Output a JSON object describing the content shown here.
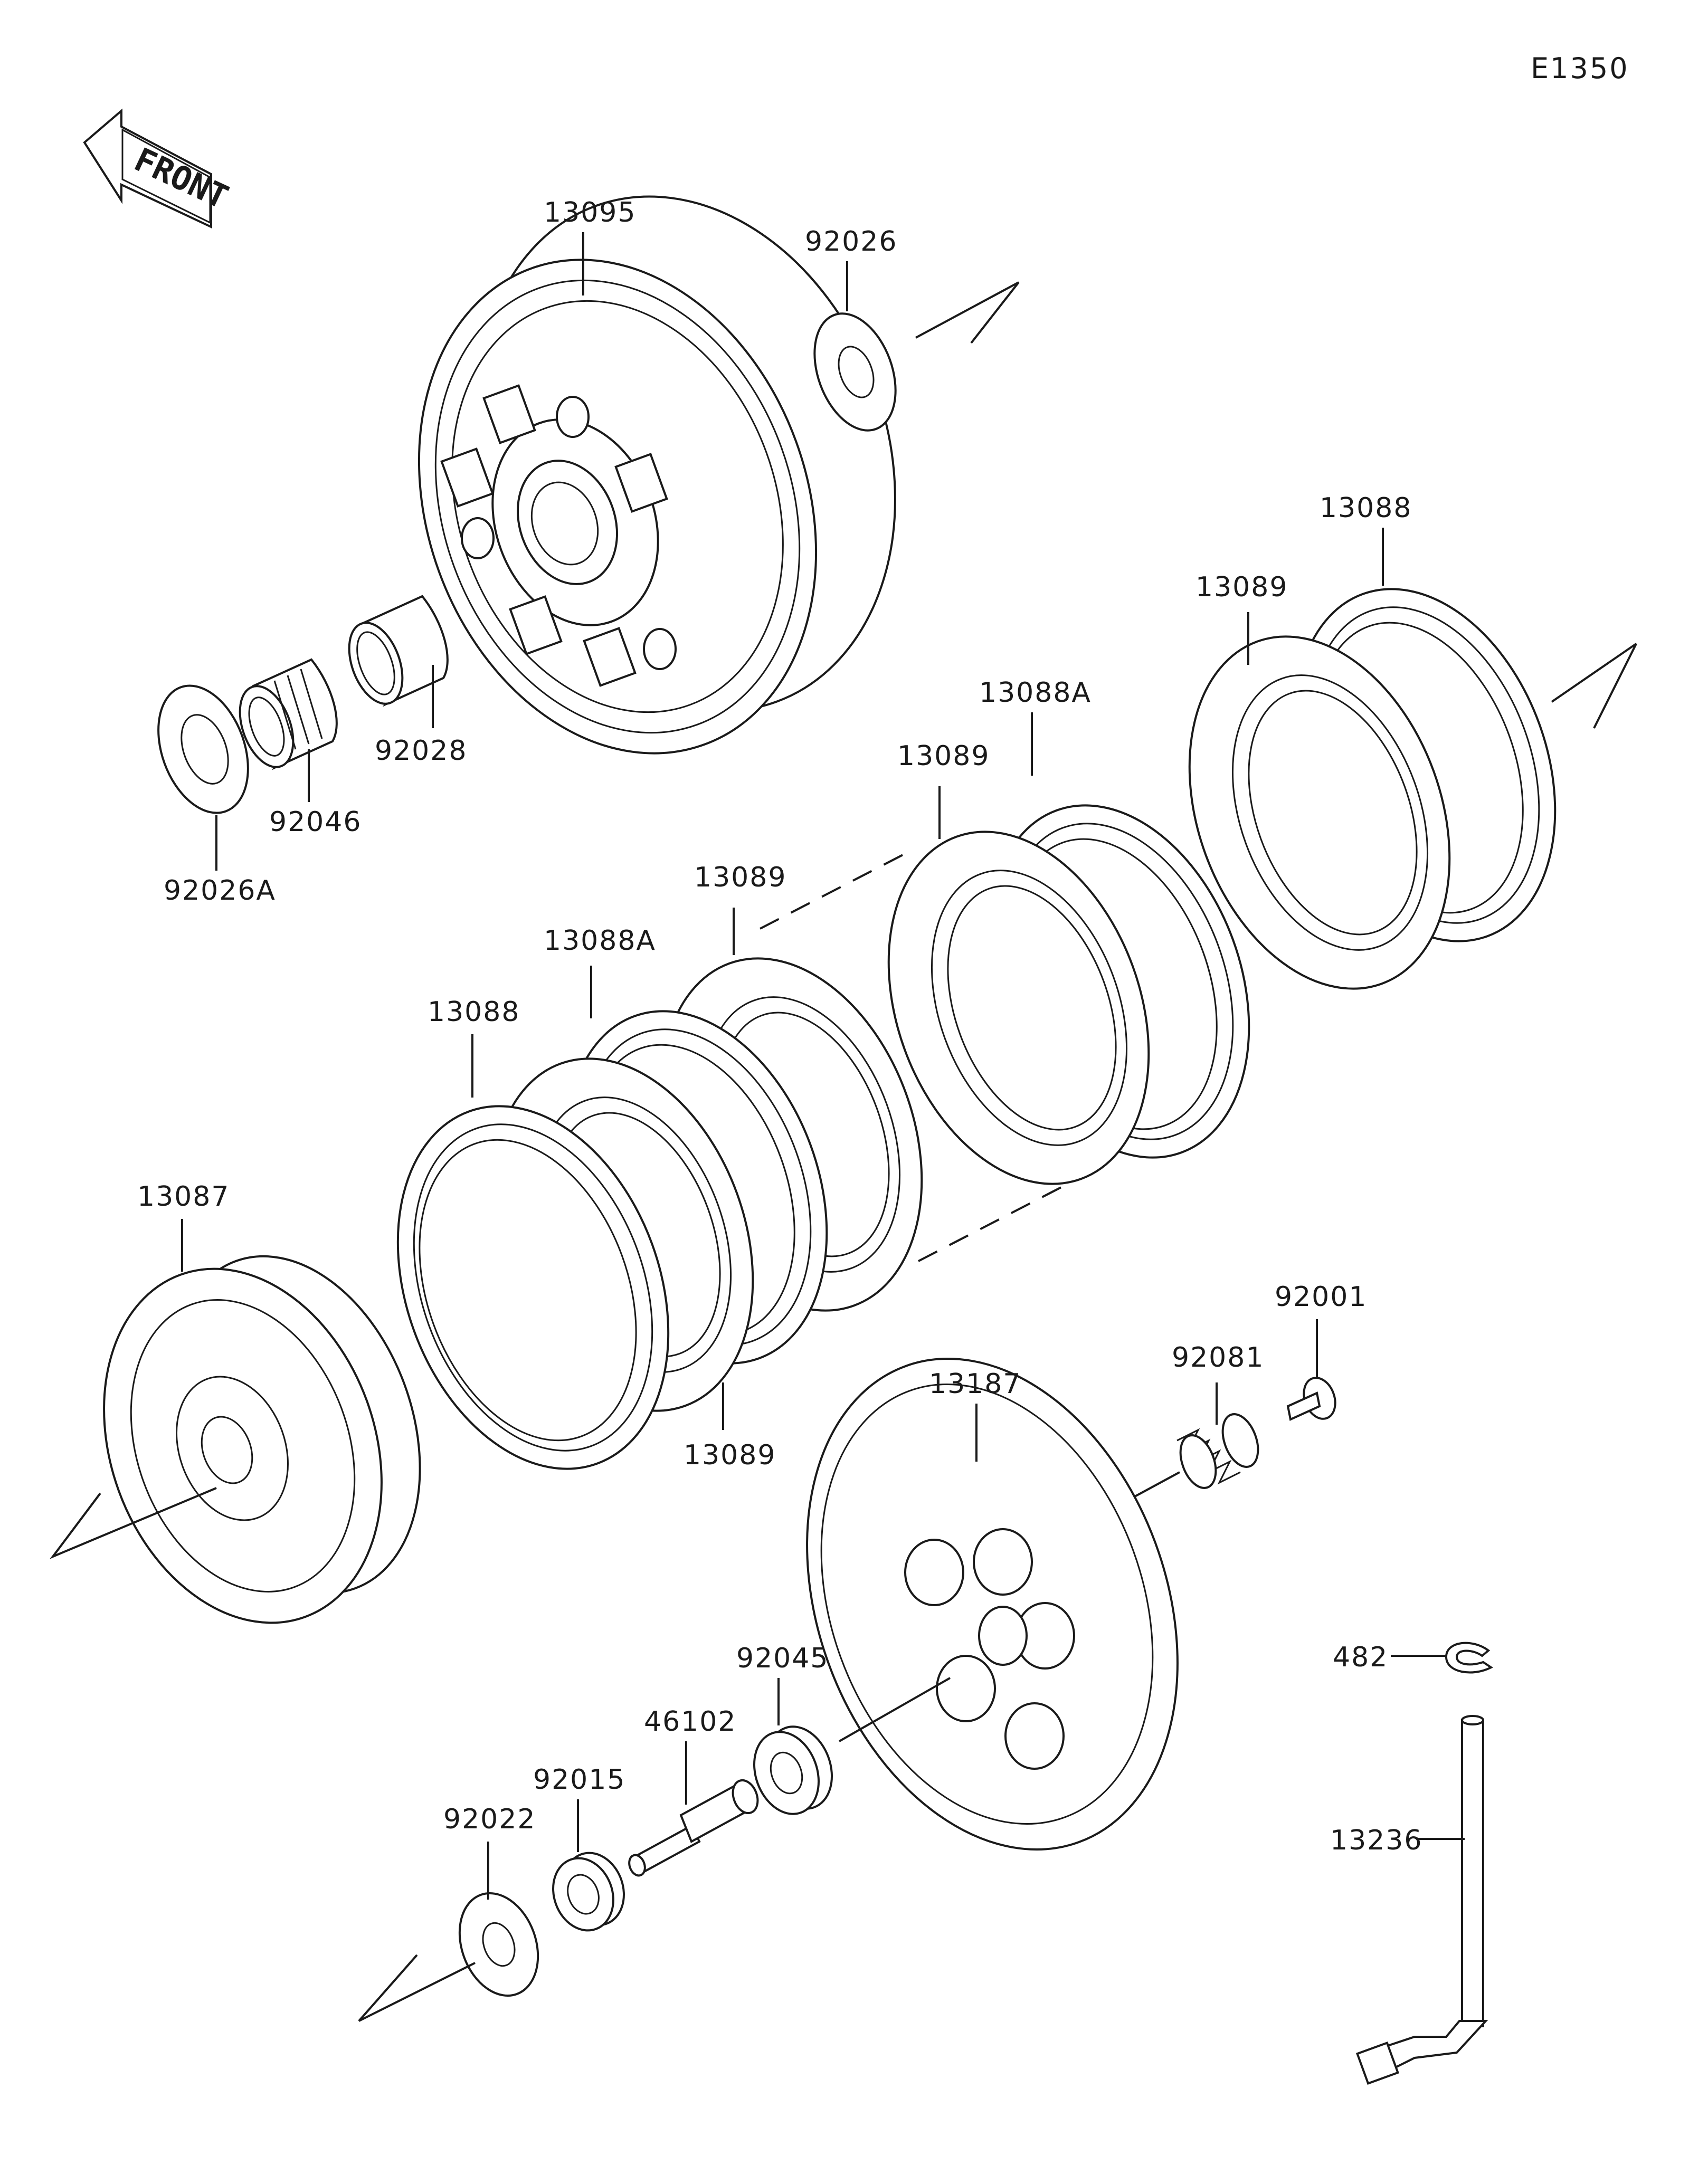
{
  "diagram": {
    "code": "E1350",
    "front_label": "FRONT",
    "labels": {
      "p13095": "13095",
      "p92026": "92026",
      "p92028": "92028",
      "p92046": "92046",
      "p92026A": "92026A",
      "p13088_top": "13088",
      "p13089_top": "13089",
      "p13088A_mid": "13088A",
      "p13089_mid": "13089",
      "p13089_center": "13089",
      "p13088A_left": "13088A",
      "p13088_left": "13088",
      "p13087": "13087",
      "p13089_bottom": "13089",
      "p92001": "92001",
      "p92081": "92081",
      "p13187": "13187",
      "p92045": "92045",
      "p46102": "46102",
      "p92015": "92015",
      "p92022": "92022",
      "p482": "482",
      "p13236": "13236"
    }
  }
}
